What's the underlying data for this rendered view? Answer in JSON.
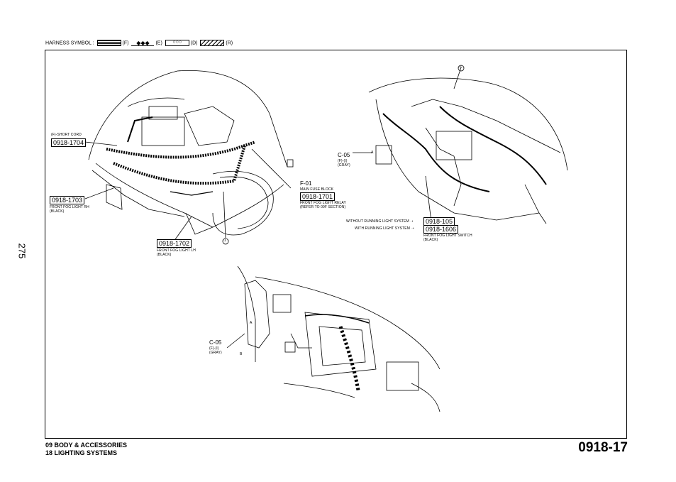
{
  "page_number": "275",
  "legend": {
    "title": "HARNESS SYMBOL :",
    "f": "(F)",
    "e": "(E)",
    "d": "(D)",
    "r": "(R)"
  },
  "engine_callouts": {
    "short_cord_label": "(F)-SHORT CORD",
    "c1704": "0918-1704",
    "c1703": "0918-1703",
    "c1703_desc1": "FRONT FOG LIGHT RH",
    "c1703_desc2": "(BLACK)",
    "c1702": "0918-1702",
    "c1702_desc1": "FRONT FOG LIGHT LH",
    "c1702_desc2": "(BLACK)",
    "f01": "F-01",
    "f01_desc": "MAIN FUSE BLOCK",
    "c1701": "0918-1701",
    "c1701_desc1": "FRONT FOG LIGHT RELAY",
    "c1701_desc2": "(REFER TO 09F SECTION)",
    "marker1": "1"
  },
  "dash_callouts": {
    "marker6": "6",
    "c05": "C-05",
    "c05_desc1": "(F)-(I)",
    "c05_desc2": "(GRAY)",
    "markerA": "A",
    "without_label": "WITHOUT RUNNING LIGHT SYSTEM",
    "with_label": "WITH RUNNING LIGHT SYSTEM",
    "c105": "0918-105",
    "c1606": "0918-1606",
    "c1606_desc1": "FRONT FOG LIGHT SWITCH",
    "c1606_desc2": "(BLACK)"
  },
  "bottom_callouts": {
    "c05": "C-05",
    "c05_desc1": "(F)-(I)",
    "c05_desc2": "(GRAY)",
    "markerA": "A",
    "markerB": "B"
  },
  "footer": {
    "line1": "09  BODY & ACCESSORIES",
    "line2": "18  LIGHTING SYSTEMS",
    "code": "0918-17"
  }
}
